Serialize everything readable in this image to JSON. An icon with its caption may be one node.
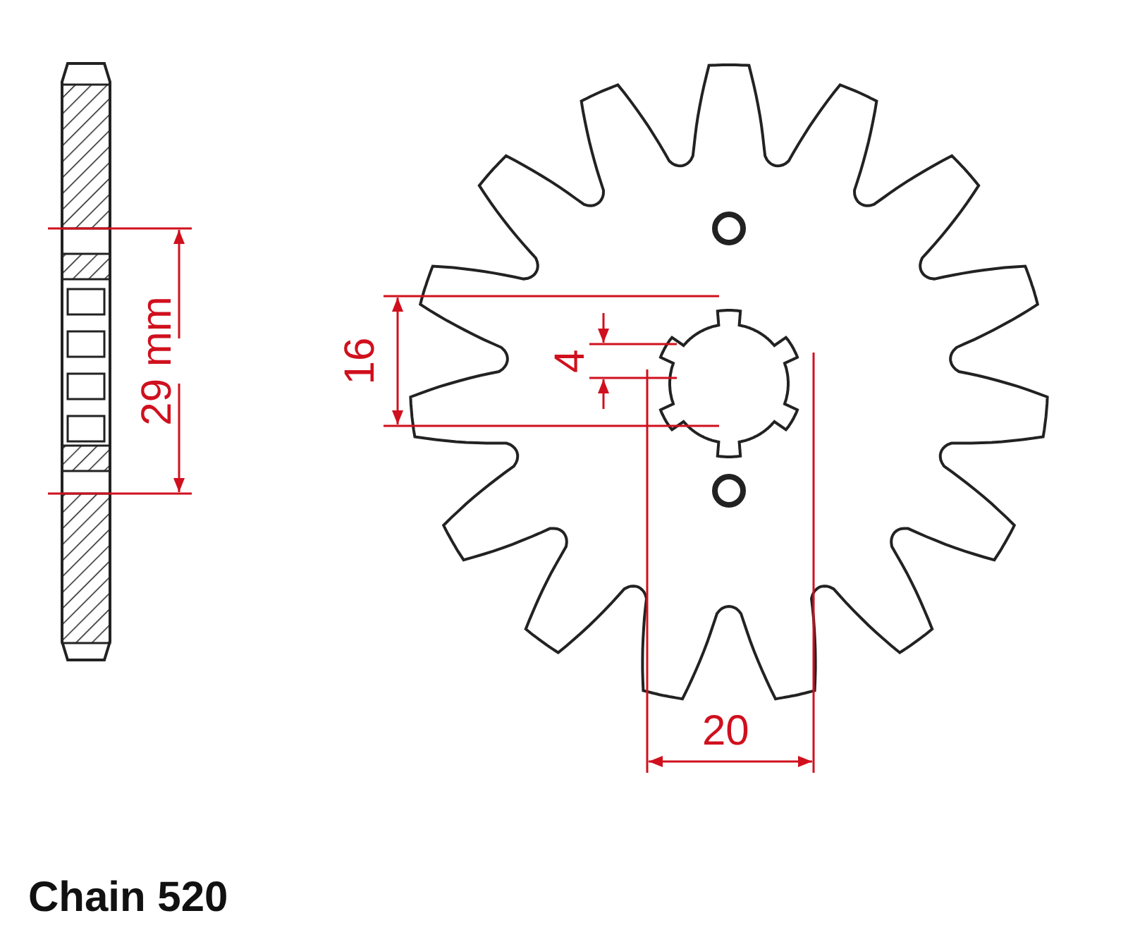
{
  "diagram": {
    "labels": [
      "29 mm",
      "16",
      "4",
      "20",
      "Chain 520"
    ]
  }
}
